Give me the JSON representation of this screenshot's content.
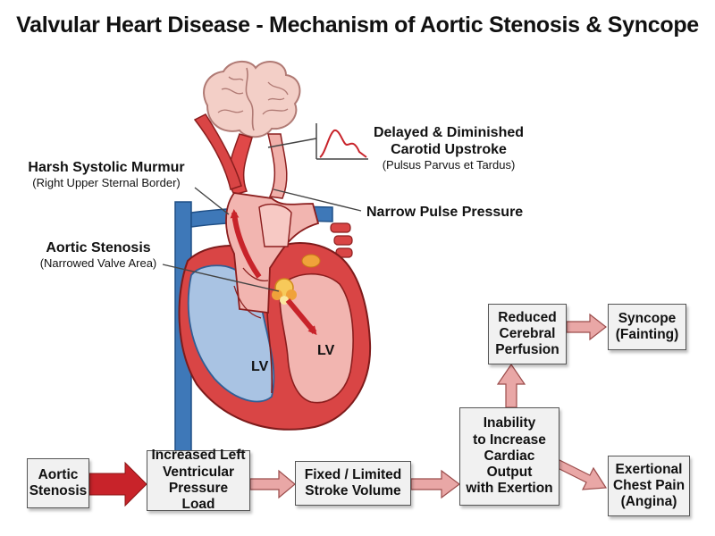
{
  "title": "Valvular Heart Disease - Mechanism of Aortic Stenosis & Syncope",
  "labels": {
    "murmur": {
      "main": "Harsh Systolic Murmur",
      "sub": "(Right Upper Sternal Border)"
    },
    "stenosis": {
      "main": "Aortic Stenosis",
      "sub": "(Narrowed Valve Area)"
    },
    "carotid": {
      "line1": "Delayed & Diminished",
      "line2": "Carotid Upstroke",
      "sub": "(Pulsus Parvus et Tardus)"
    },
    "pulse_pressure": "Narrow Pulse Pressure",
    "lv_left": "LV",
    "lv_right": "LV"
  },
  "flow": {
    "box1": [
      "Aortic",
      "Stenosis"
    ],
    "box2": [
      "Increased Left",
      "Ventricular",
      "Pressure Load"
    ],
    "box3": [
      "Fixed / Limited",
      "Stroke Volume"
    ],
    "box4": [
      "Inability",
      "to Increase",
      "Cardiac",
      "Output",
      "with Exertion"
    ],
    "box5": [
      "Reduced",
      "Cerebral",
      "Perfusion"
    ],
    "box6": [
      "Syncope",
      "(Fainting)"
    ],
    "box7": [
      "Exertional",
      "Chest Pain",
      "(Angina)"
    ]
  },
  "colors": {
    "arrow_red": "#c8232a",
    "arrow_pink": "#e9a7a6",
    "heart_red": "#d94545",
    "heart_pink": "#f2b5b0",
    "heart_blue": "#a9c3e3",
    "vein_blue": "#3e78b8",
    "valve_orange": "#f0a23a",
    "brain_pink": "#f3cfc7"
  }
}
